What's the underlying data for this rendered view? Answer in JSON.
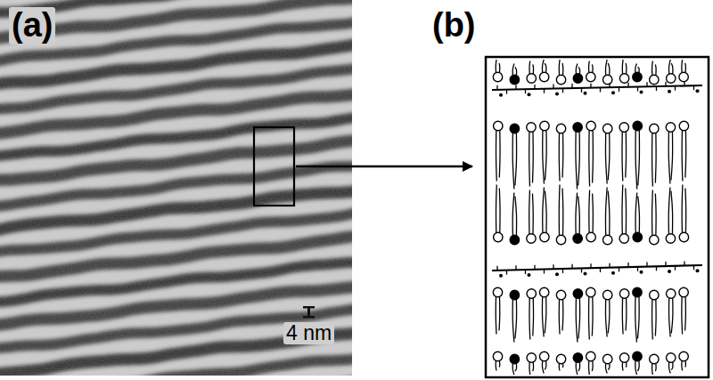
{
  "diagram": {
    "labels": [
      "(a)",
      "(b)",
      "4 nm"
    ]
  }
}
